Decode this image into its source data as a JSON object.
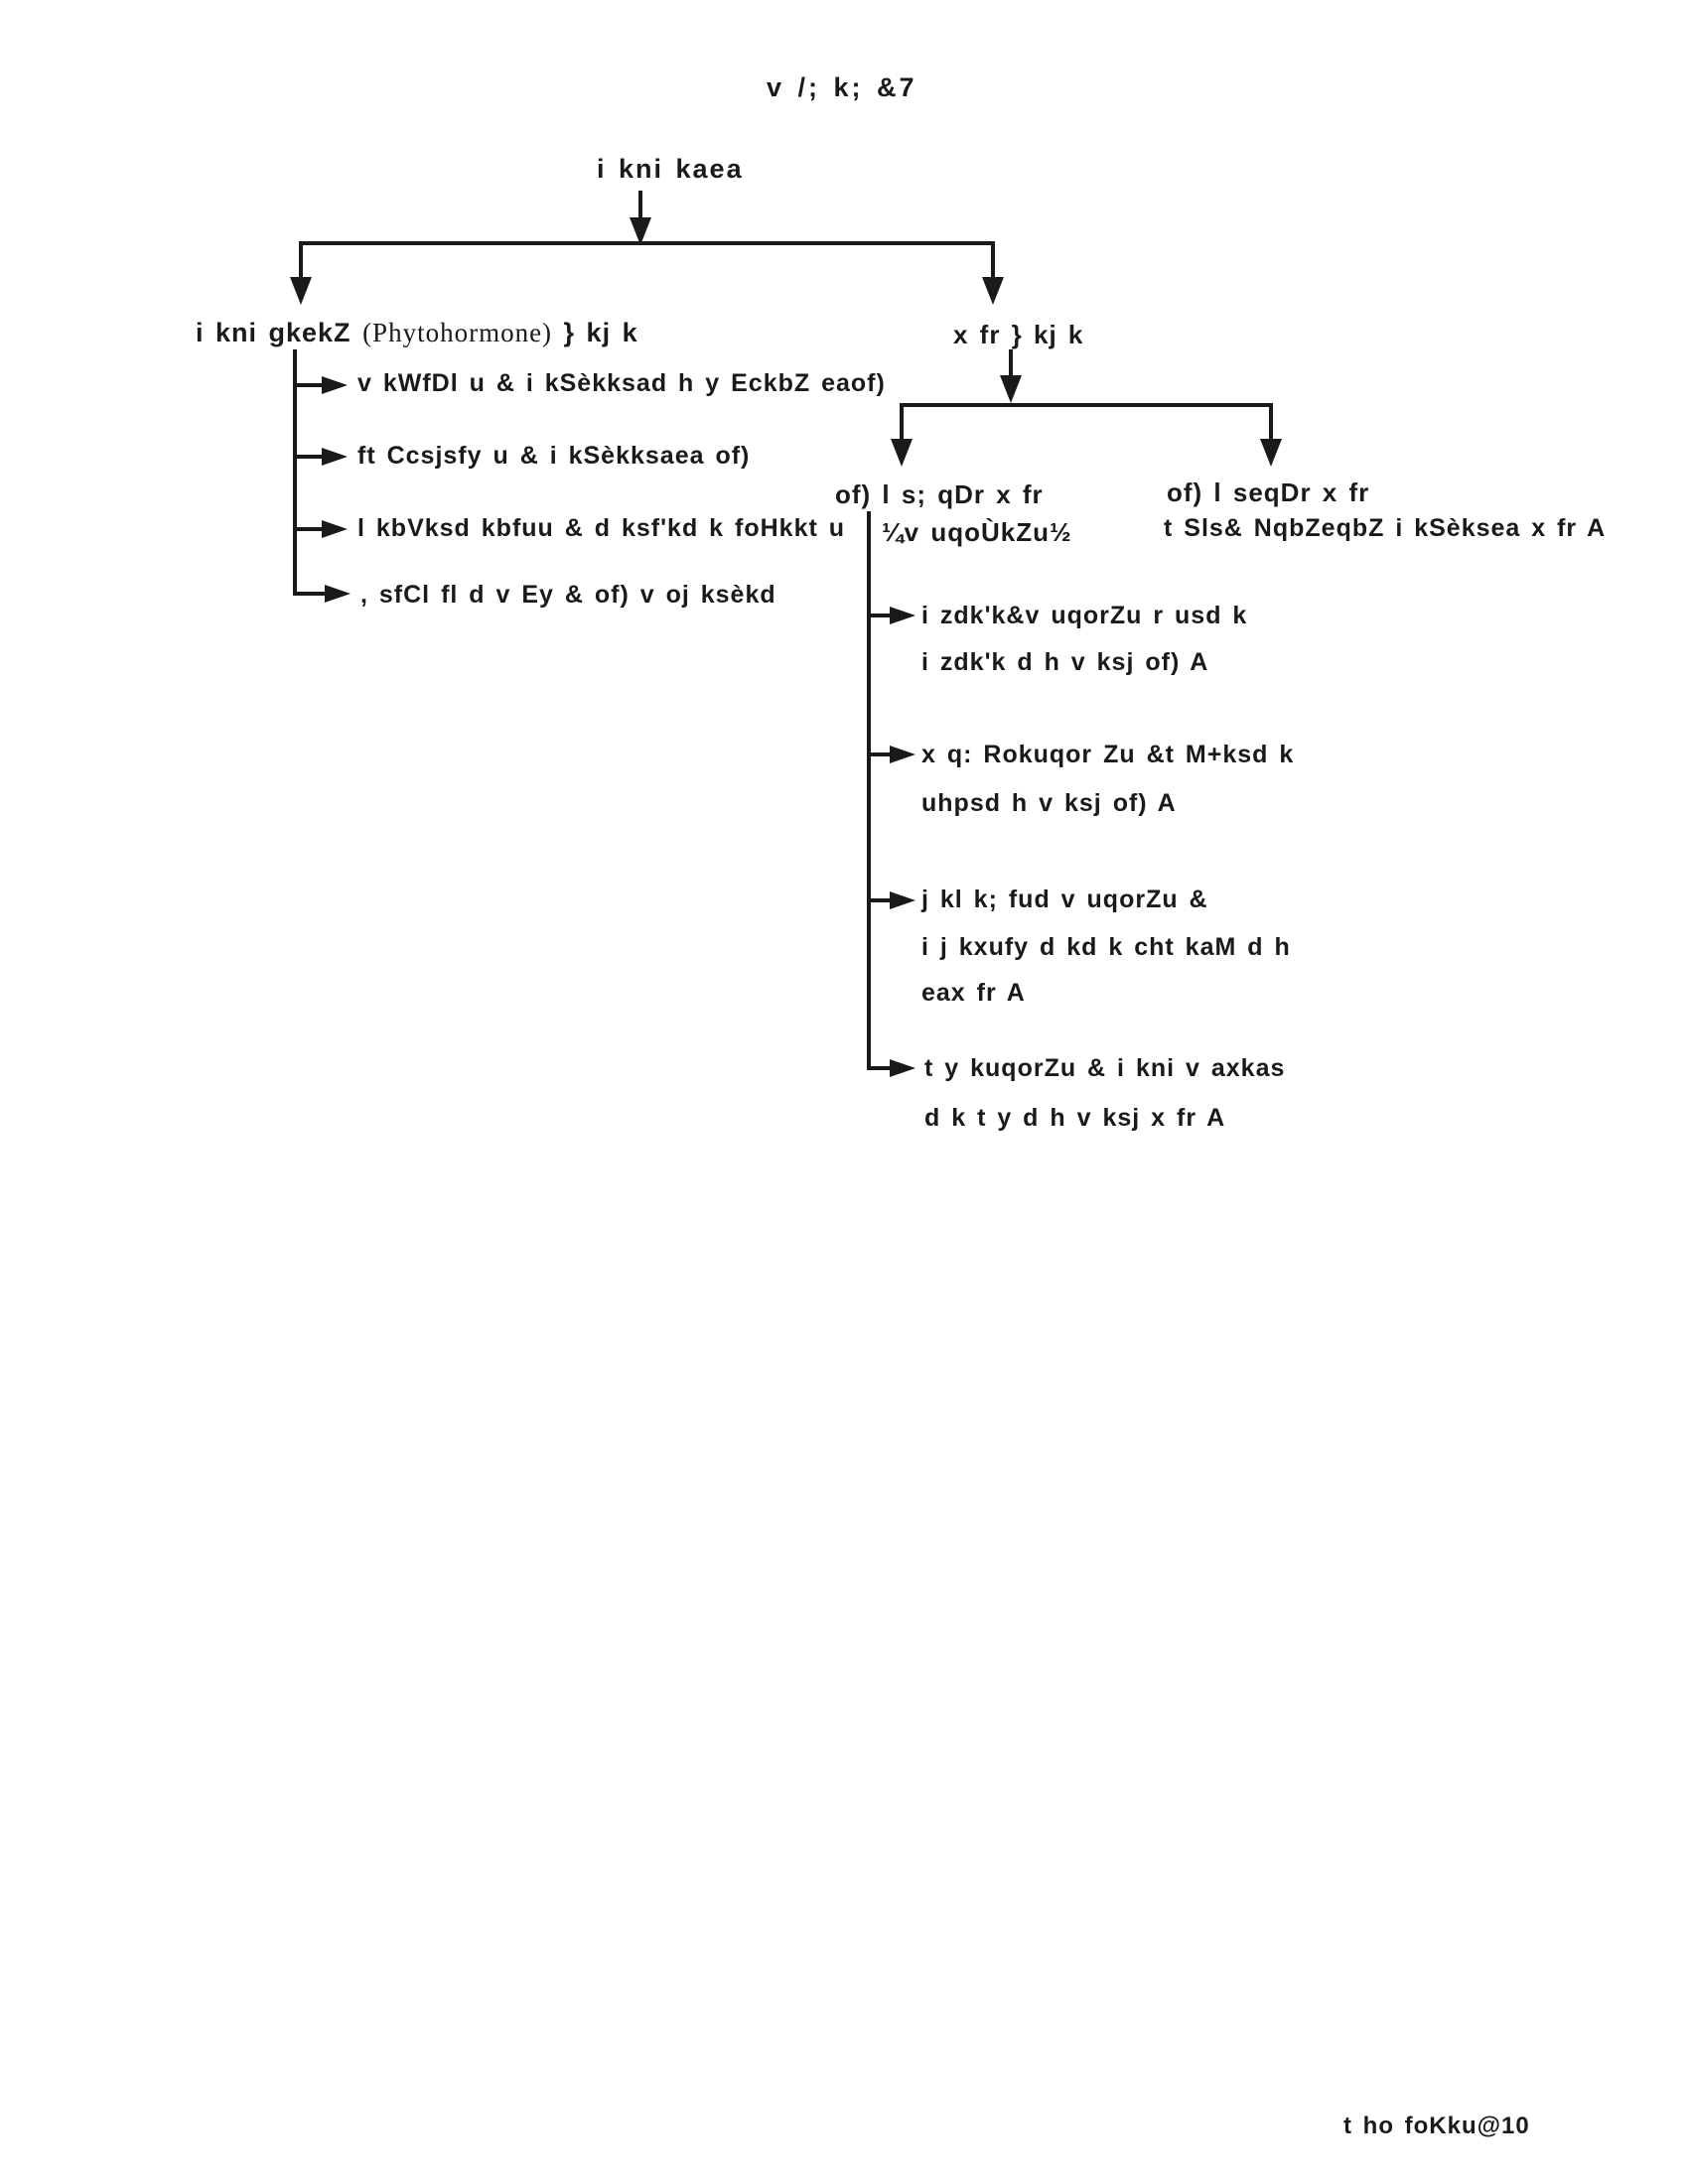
{
  "colors": {
    "ink": "#1a1a1a",
    "paper": "#ffffff"
  },
  "page": {
    "title": "v /; k; &7",
    "footer": "t ho foKku@10"
  },
  "tree": {
    "root": "i kni kaea",
    "left": {
      "label_pre": "i kni gkekZ ",
      "label_latin": "(Phytohormone)",
      "label_post": " } kj k",
      "items": [
        "v kWfDl u & i kSèkksad h y EckbZ eaof)",
        "ft Ccsjsfy u & i kSèkksaea of)",
        "l kbVksd kbfuu & d ksf'kd k foHkkt u",
        ", sfCl fl d v Ey & of) v oj ksèkd"
      ]
    },
    "right": {
      "label": "x fr } kj k",
      "growth": {
        "line1": "of) l s; qDr x fr",
        "line2": "¼v uqoÙkZu½",
        "items": [
          {
            "l1": "i zdk'k&v uqorZu r usd k",
            "l2": "i zdk'k d h v ksj of) A"
          },
          {
            "l1": "x q: Rokuqor Zu &t M+ksd k",
            "l2": "uhpsd h v ksj of) A"
          },
          {
            "l1": "j kl k; fud v uqorZu &",
            "l2": "i j kxufy d kd k cht kaM d h",
            "l3": "eax fr A"
          },
          {
            "l1": "t y kuqorZu & i kni v axkas",
            "l2": "d k t y d h v ksj x fr A"
          }
        ]
      },
      "nongrowth": {
        "line1": "of) l seqDr x fr",
        "line2": "t Sls& NqbZeqbZ i kSèksea x fr A"
      }
    }
  }
}
